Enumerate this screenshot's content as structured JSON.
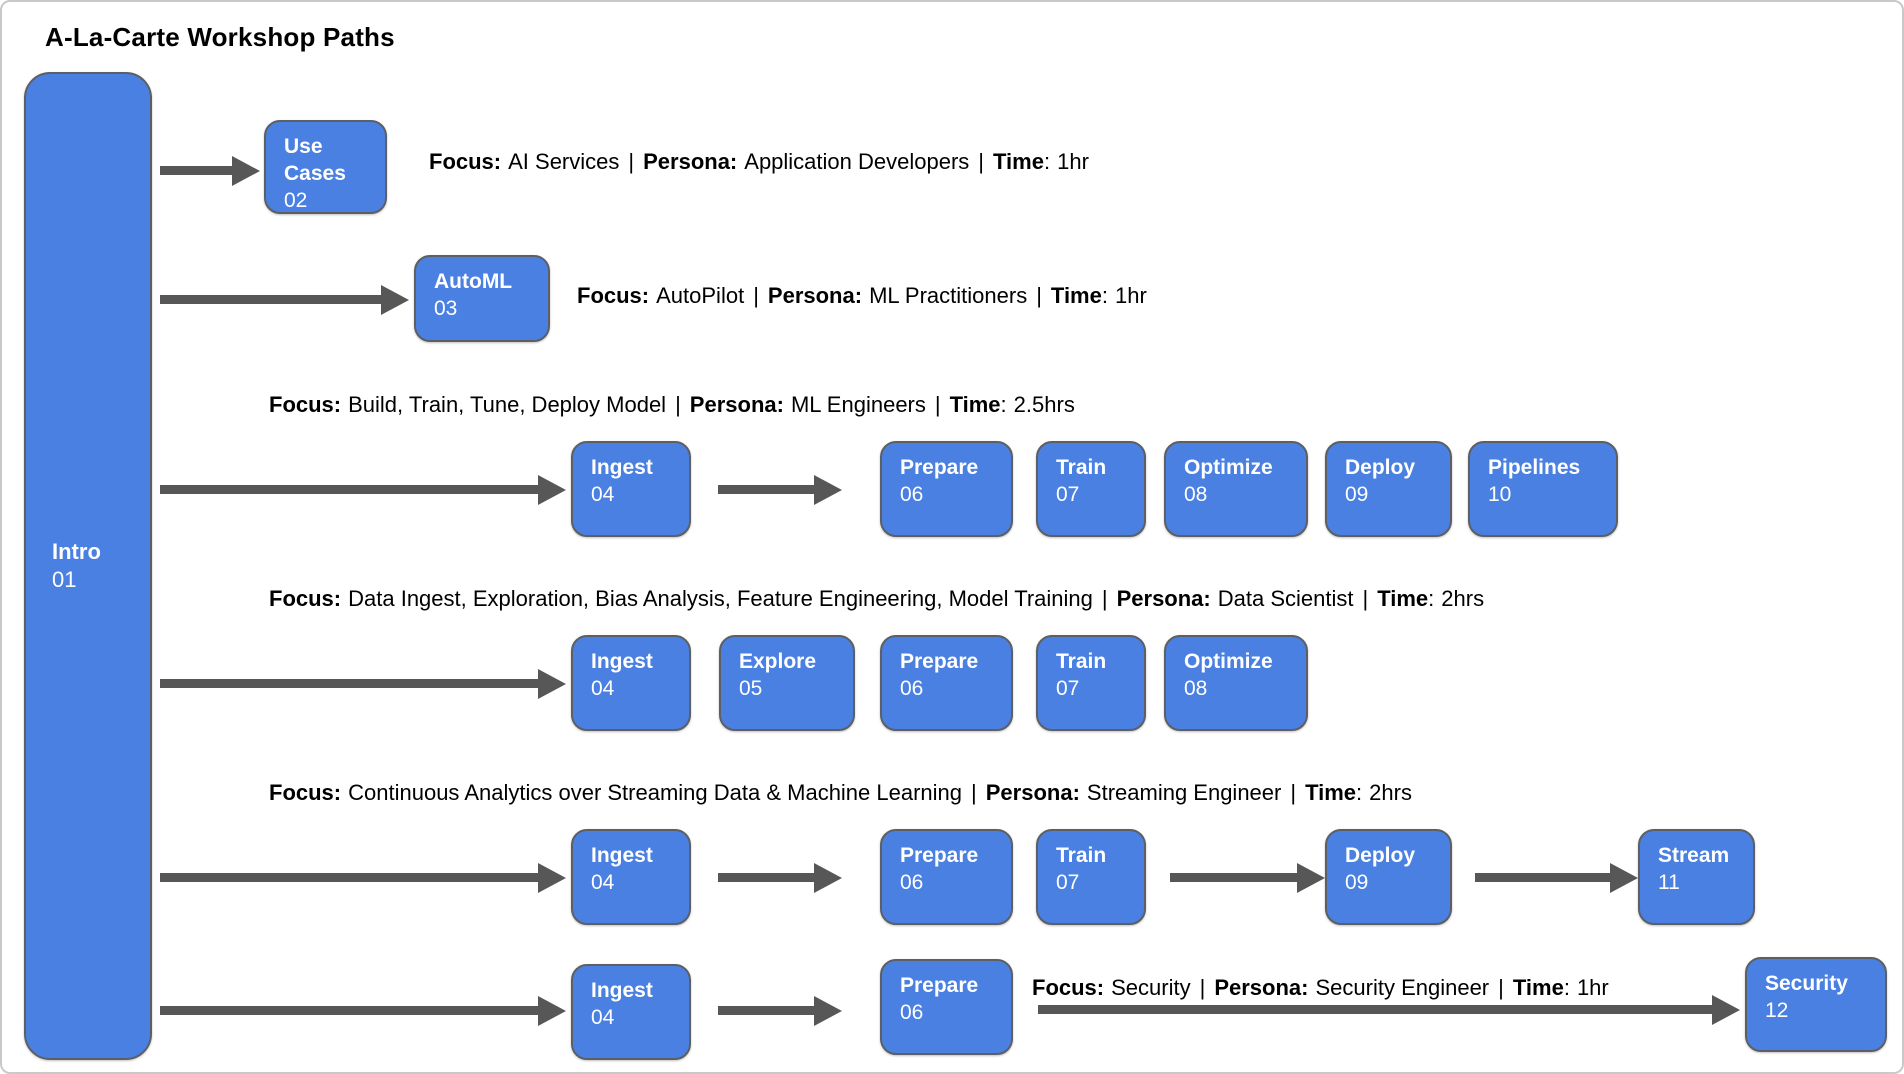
{
  "title": "A-La-Carte Workshop Paths",
  "labels": {
    "focus": "Focus:",
    "persona": "Persona:",
    "time": "Time",
    "time_colon": ":",
    "separator": "|"
  },
  "colors": {
    "node_fill": "#4a80e2",
    "node_border": "#5c5f63",
    "arrow": "#575757",
    "text": "#000000",
    "canvas_border": "#c9c9c9"
  },
  "intro": {
    "label": "Intro",
    "number": "01"
  },
  "paths": [
    {
      "focus": "AI Services",
      "persona": "Application Developers",
      "time": "1hr",
      "boxes": [
        {
          "label": "Use Cases",
          "number": "02"
        }
      ]
    },
    {
      "focus": "AutoPilot",
      "persona": "ML Practitioners",
      "time": "1hr",
      "boxes": [
        {
          "label": "AutoML",
          "number": "03"
        }
      ]
    },
    {
      "focus": "Build, Train, Tune, Deploy Model",
      "persona": "ML Engineers",
      "time": "2.5hrs",
      "boxes": [
        {
          "label": "Ingest",
          "number": "04"
        },
        {
          "label": "Prepare",
          "number": "06"
        },
        {
          "label": "Train",
          "number": "07"
        },
        {
          "label": "Optimize",
          "number": "08"
        },
        {
          "label": "Deploy",
          "number": "09"
        },
        {
          "label": "Pipelines",
          "number": "10"
        }
      ]
    },
    {
      "focus": "Data Ingest, Exploration, Bias Analysis, Feature Engineering, Model Training",
      "persona": "Data Scientist",
      "time": "2hrs",
      "boxes": [
        {
          "label": "Ingest",
          "number": "04"
        },
        {
          "label": "Explore",
          "number": "05"
        },
        {
          "label": "Prepare",
          "number": "06"
        },
        {
          "label": "Train",
          "number": "07"
        },
        {
          "label": "Optimize",
          "number": "08"
        }
      ]
    },
    {
      "focus": "Continuous Analytics over Streaming Data & Machine Learning",
      "persona": "Streaming Engineer",
      "time": "2hrs",
      "boxes": [
        {
          "label": "Ingest",
          "number": "04"
        },
        {
          "label": "Prepare",
          "number": "06"
        },
        {
          "label": "Train",
          "number": "07"
        },
        {
          "label": "Deploy",
          "number": "09"
        },
        {
          "label": "Stream",
          "number": "11"
        }
      ]
    },
    {
      "focus": "Security",
      "persona": "Security Engineer",
      "time": "1hr",
      "boxes": [
        {
          "label": "Ingest",
          "number": "04"
        },
        {
          "label": "Prepare",
          "number": "06"
        },
        {
          "label": "Security",
          "number": "12"
        }
      ]
    }
  ]
}
